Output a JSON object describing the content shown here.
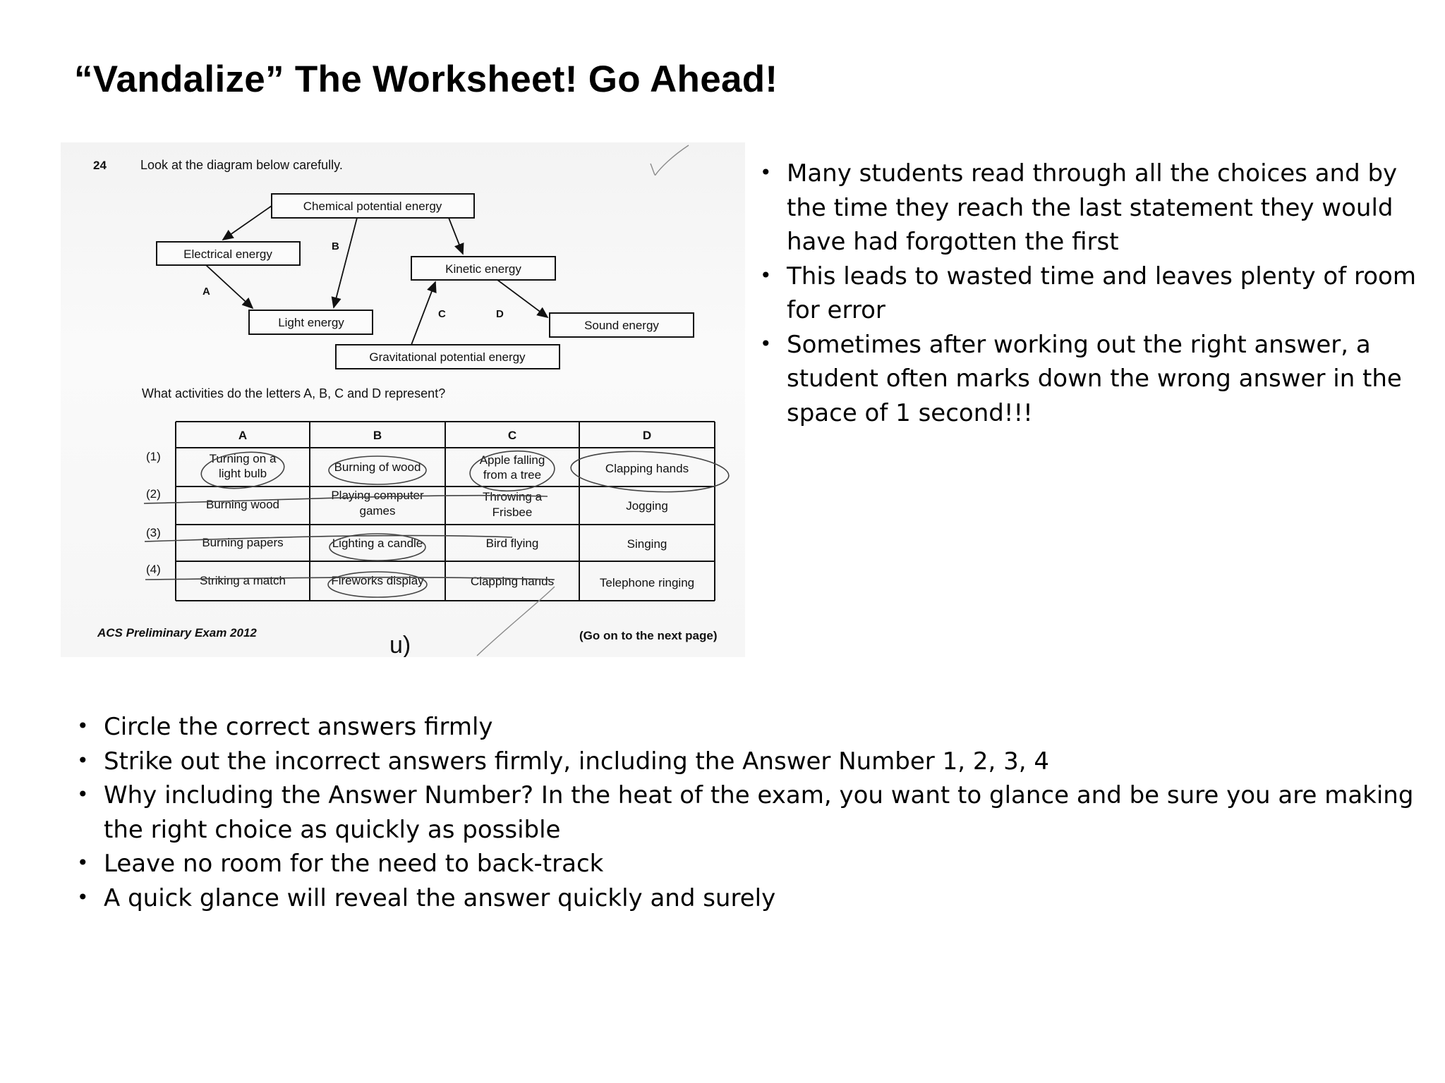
{
  "title": "“Vandalize” The Worksheet! Go Ahead!",
  "right_bullets": [
    "Many students read through all the choices and by the time they reach the last statement they would have had forgotten the first",
    "This leads to wasted time and leaves plenty of room for error",
    "Sometimes after working out the right answer, a student often marks down the wrong answer in the space of 1 second!!!"
  ],
  "bottom_bullets": [
    "Circle the correct answers firmly",
    "Strike out the incorrect answers firmly, including the Answer Number 1, 2, 3, 4",
    "Why including the Answer Number? In the heat of the exam, you want to glance and be sure you are making the right choice as quickly as possible",
    "Leave no room for the need to back-track",
    "A quick glance will reveal the answer quickly and surely"
  ],
  "worksheet": {
    "question_number": "24",
    "instruction": "Look at the diagram below carefully.",
    "diagram": {
      "chemical": "Chemical potential energy",
      "electrical": "Electrical energy",
      "kinetic": "Kinetic energy",
      "light": "Light energy",
      "sound": "Sound energy",
      "gravitational": "Gravitational potential energy",
      "label_a": "A",
      "label_b": "B",
      "label_c": "C",
      "label_d": "D"
    },
    "question": "What activities do the letters A, B, C and D represent?",
    "table": {
      "headers": [
        "A",
        "B",
        "C",
        "D"
      ],
      "row_numbers": [
        "(1)",
        "(2)",
        "(3)",
        "(4)"
      ],
      "rows": [
        {
          "a": [
            "Turning on a",
            "light bulb"
          ],
          "b": [
            "Burning of wood"
          ],
          "c": [
            "Apple falling",
            "from a tree"
          ],
          "d": [
            "Clapping hands"
          ]
        },
        {
          "a": [
            "Burning wood"
          ],
          "b": [
            "Playing computer",
            "games"
          ],
          "c": [
            "Throwing a",
            "Frisbee"
          ],
          "d": [
            "Jogging"
          ]
        },
        {
          "a": [
            "Burning papers"
          ],
          "b": [
            "Lighting a candle"
          ],
          "c": [
            "Bird flying"
          ],
          "d": [
            "Singing"
          ]
        },
        {
          "a": [
            "Striking a match"
          ],
          "b": [
            "Fireworks display"
          ],
          "c": [
            "Clapping hands"
          ],
          "d": [
            "Telephone ringing"
          ]
        }
      ]
    },
    "footer_left": "ACS Preliminary Exam 2012",
    "footer_right": "(Go on to the next page)",
    "handwritten_mark": "u)"
  }
}
